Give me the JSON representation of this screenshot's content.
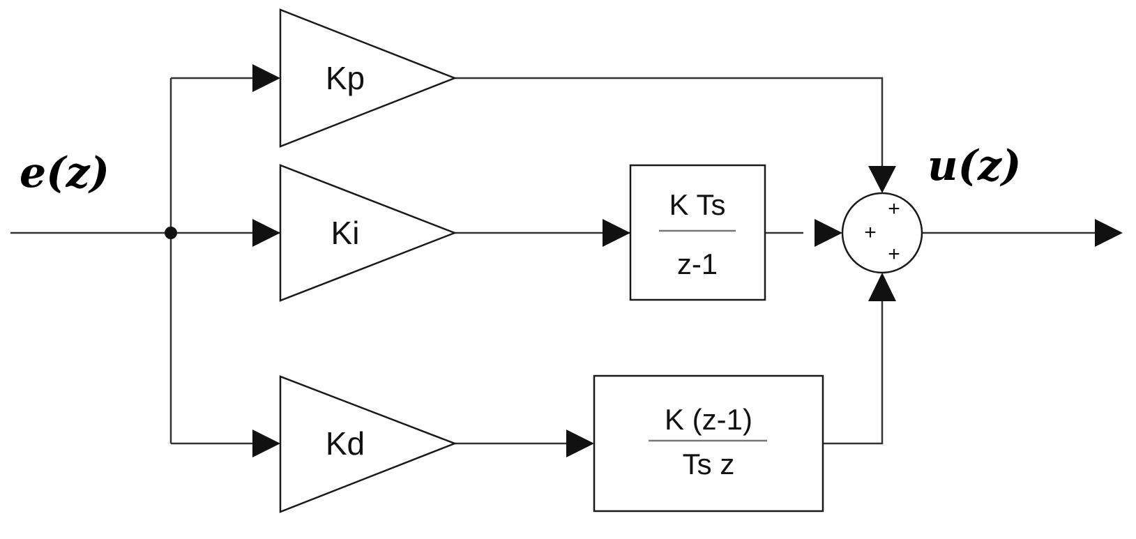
{
  "signals": {
    "input": "e(z)",
    "output": "u(z)"
  },
  "gains": {
    "proportional": "Kp",
    "integral": "Ki",
    "derivative": "Kd"
  },
  "integrator": {
    "numerator": "K Ts",
    "denominator": "z-1"
  },
  "derivative_filter": {
    "numerator": "K (z-1)",
    "denominator": "Ts z"
  },
  "sum_block": {
    "signs": [
      "+",
      "+",
      "+"
    ]
  }
}
